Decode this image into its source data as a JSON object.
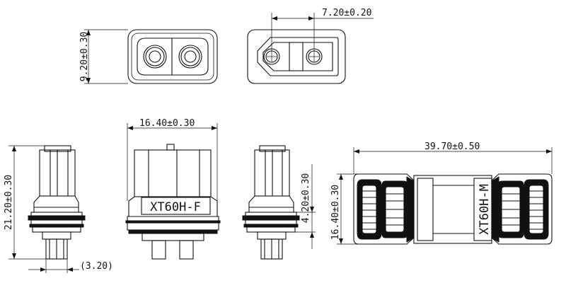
{
  "dimensions": {
    "pin_pitch": "7.20±0.20",
    "housing_height": "9.20±0.30",
    "front_width": "16.40±0.30",
    "side_height": "21.20±0.30",
    "pin_width": "(3.20)",
    "shoulder_height": "4.20±0.30",
    "overall_length": "39.70±0.50",
    "mated_height": "16.40±0.30"
  },
  "labels": {
    "model_female": "XT60H-F",
    "model_male": "XT60H-M"
  }
}
